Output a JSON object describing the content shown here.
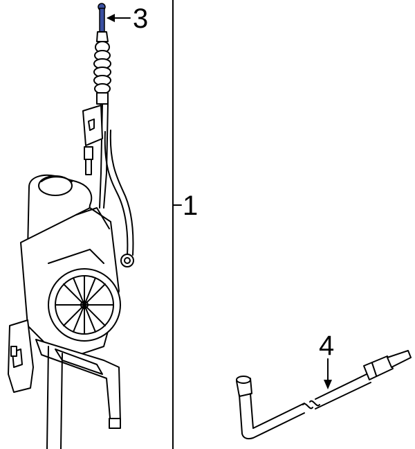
{
  "diagram": {
    "callouts": [
      {
        "id": "1",
        "text": "1"
      },
      {
        "id": "3",
        "text": "3"
      },
      {
        "id": "4",
        "text": "4"
      }
    ],
    "colors": {
      "line": "#000000",
      "background": "#ffffff",
      "highlight": "#3a4fa0"
    }
  }
}
